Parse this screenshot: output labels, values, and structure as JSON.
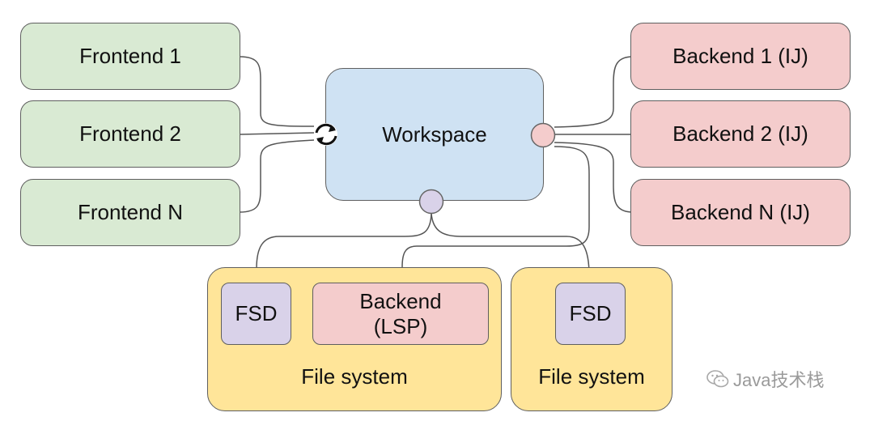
{
  "colors": {
    "frontend": "#d9ead3",
    "backend": "#f4cccc",
    "workspace": "#cfe2f3",
    "file_system": "#ffe599",
    "fsd": "#d9d2e9",
    "port_backend": "#f4cccc",
    "port_fs": "#d9d2e9",
    "line": "#555555"
  },
  "frontends": [
    "Frontend 1",
    "Frontend 2",
    "Frontend N"
  ],
  "backends": [
    "Backend 1 (IJ)",
    "Backend 2 (IJ)",
    "Backend N (IJ)"
  ],
  "workspace": {
    "label": "Workspace",
    "sync_icon": "sync-icon"
  },
  "file_systems": [
    {
      "label": "File system",
      "fsd": "FSD",
      "backend_line1": "Backend",
      "backend_line2": "(LSP)"
    },
    {
      "label": "File system",
      "fsd": "FSD"
    }
  ],
  "watermark": {
    "text": "Java技术栈",
    "icon": "wechat-icon"
  }
}
